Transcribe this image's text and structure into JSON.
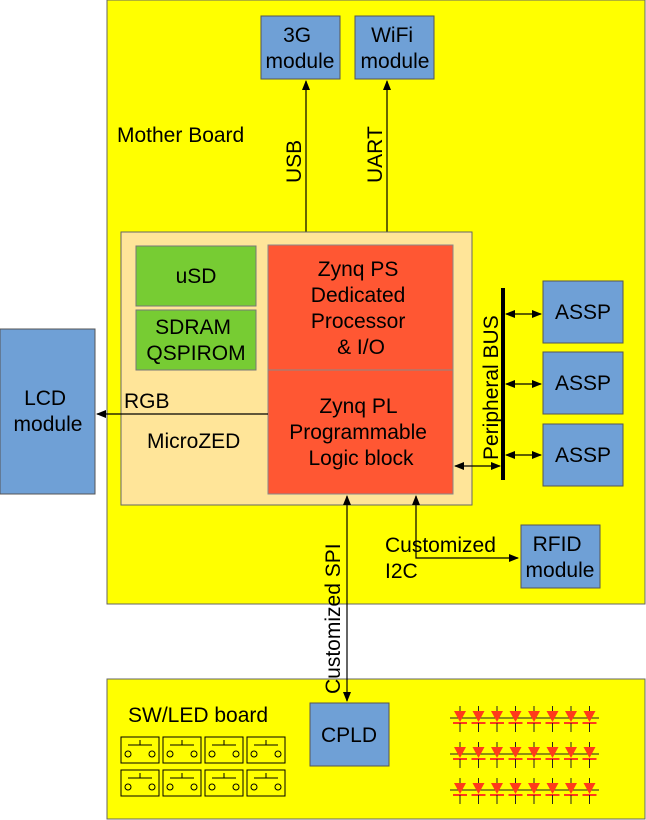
{
  "mother_board": {
    "label": "Mother Board"
  },
  "modules": {
    "g3": [
      "3G",
      "module"
    ],
    "wifi": [
      "WiFi",
      "module"
    ],
    "lcd": [
      "LCD",
      "module"
    ],
    "rfid": [
      "RFID",
      "module"
    ],
    "cpld": "CPLD",
    "assp": [
      "ASSP",
      "ASSP",
      "ASSP"
    ]
  },
  "microzed": {
    "label": "MicroZED",
    "usd": "uSD",
    "sdram": [
      "SDRAM",
      "QSPIROM"
    ],
    "ps": [
      "Zynq PS",
      "Dedicated",
      "Processor",
      "& I/O"
    ],
    "pl": [
      "Zynq PL",
      "Programmable",
      "Logic block"
    ]
  },
  "buses": {
    "usb": "USB",
    "uart": "UART",
    "rgb": "RGB",
    "peripheral": "Peripheral BUS",
    "spi": "Customized SPI",
    "i2c": [
      "Customized",
      "I2C"
    ]
  },
  "sw_board": {
    "label": "SW/LED board",
    "switch_count": 8,
    "led_rows": 3,
    "leds_per_row": 8
  },
  "colors": {
    "board": "#ffff00",
    "microzed": "#ffe599",
    "module": "#6fa0d6",
    "zynq": "#ff5733",
    "memory": "#77cc33",
    "led": "#ff3b1a"
  }
}
